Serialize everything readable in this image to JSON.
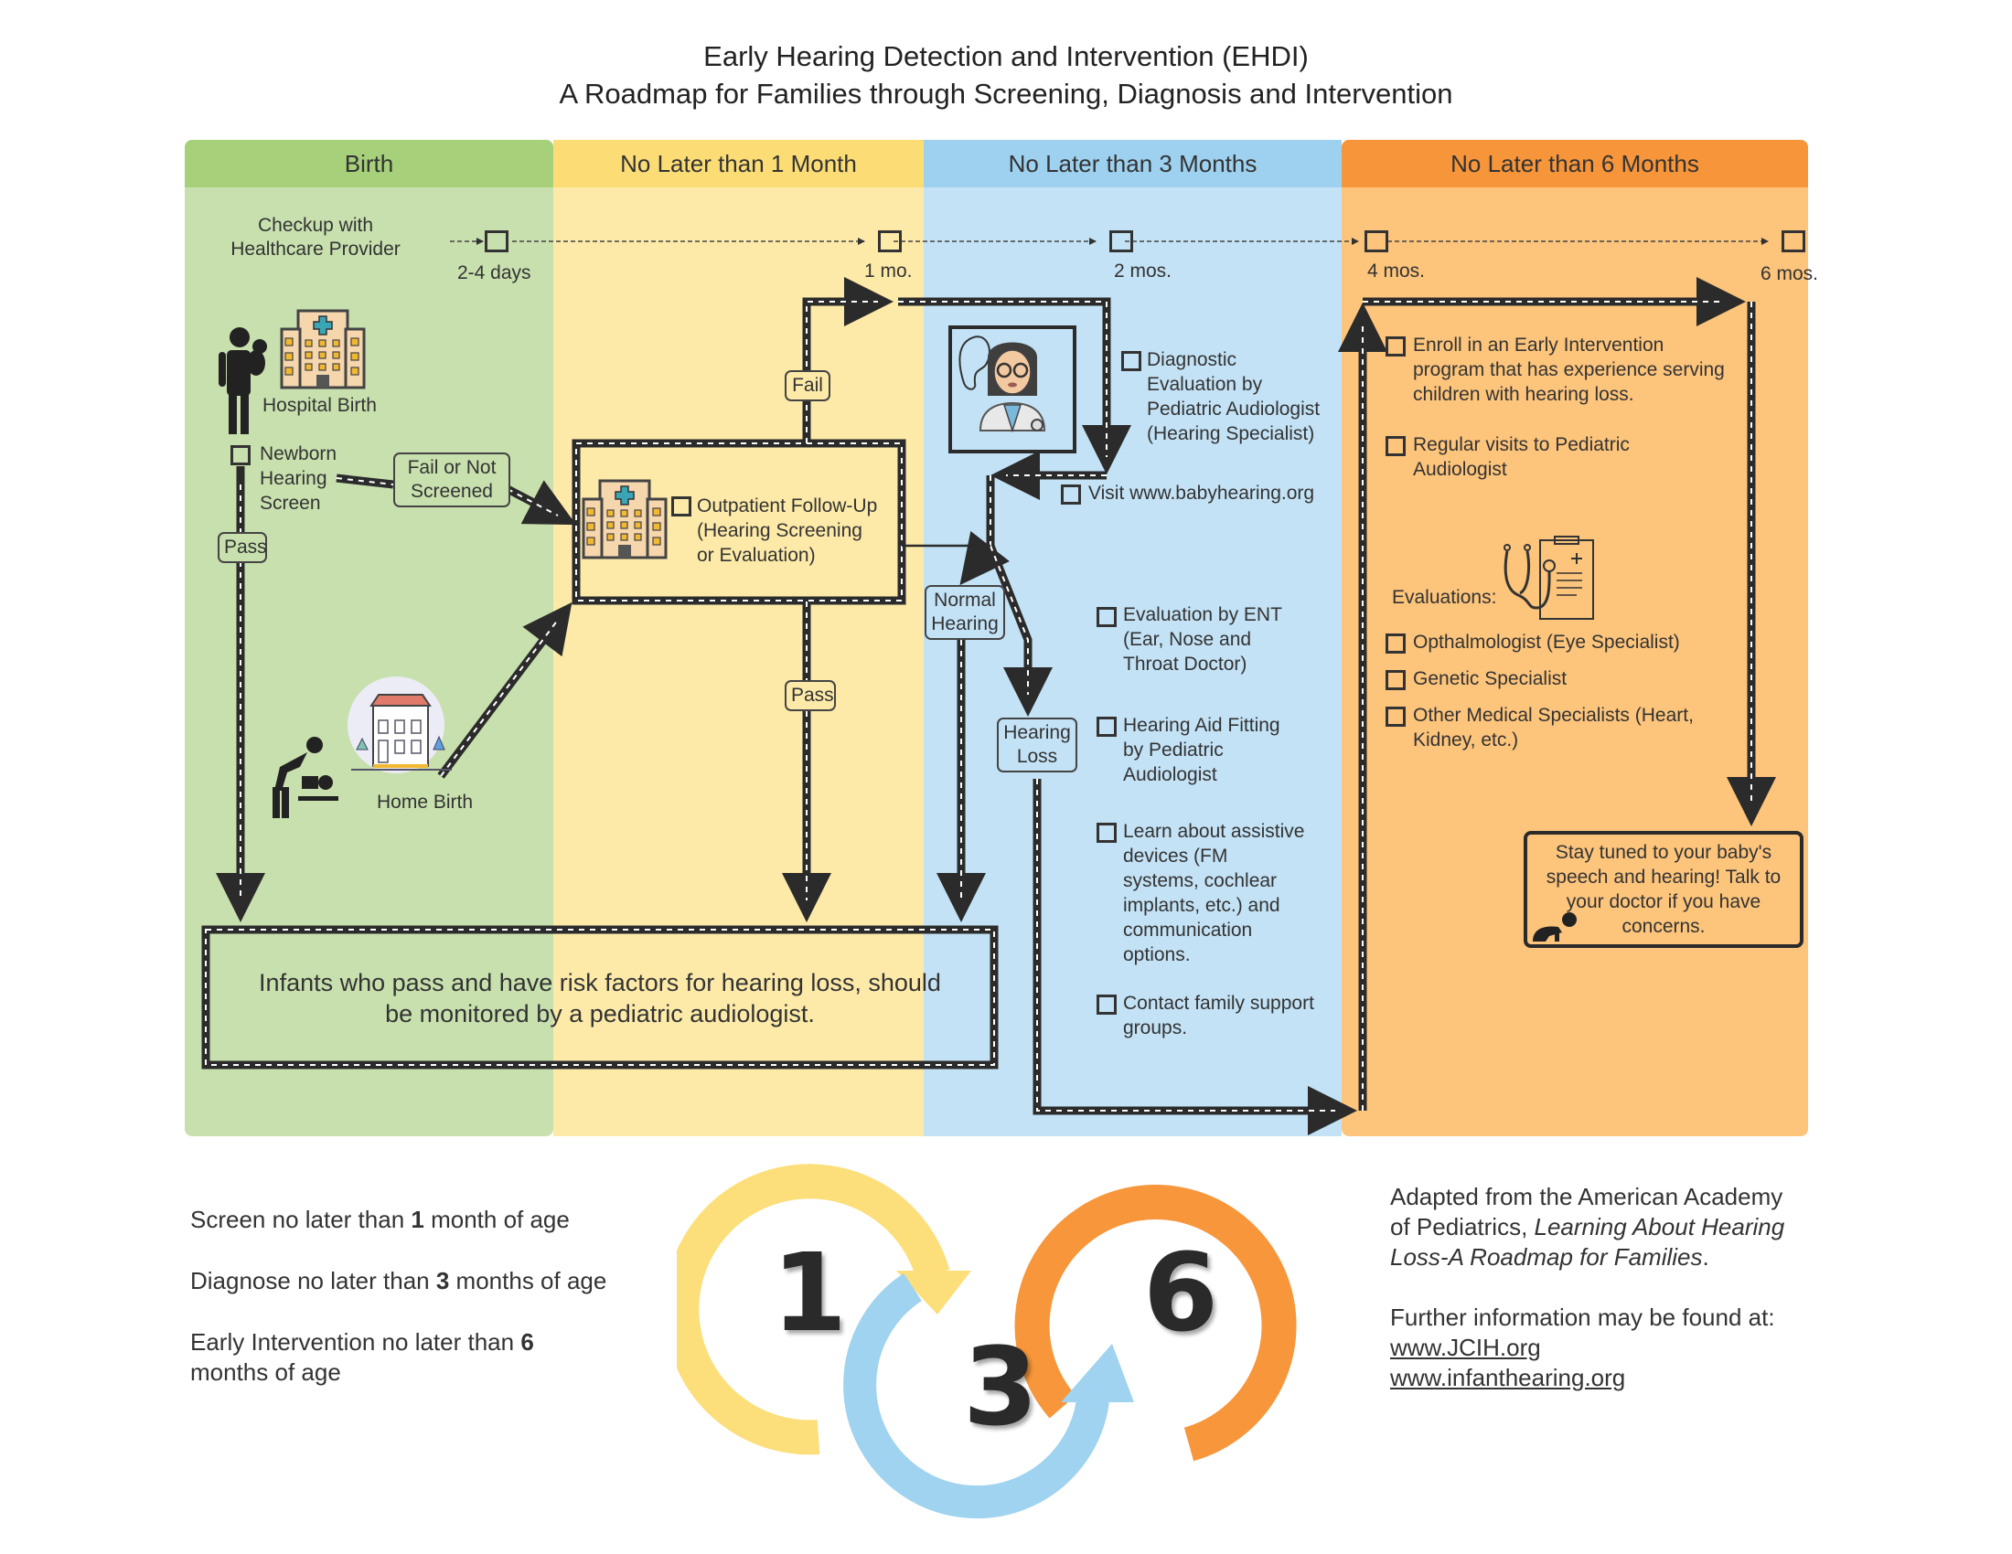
{
  "title": {
    "line1": "Early Hearing Detection and Intervention (EHDI)",
    "line2": "A Roadmap for Families through Screening, Diagnosis and Intervention"
  },
  "columns": [
    {
      "label": "Birth",
      "color": "#a6d07a"
    },
    {
      "label": "No Later than 1 Month",
      "color": "#fcdd75"
    },
    {
      "label": "No Later than 3 Months",
      "color": "#9ed1ef"
    },
    {
      "label": "No Later than 6 Months",
      "color": "#f7953a"
    }
  ],
  "timeline": {
    "start_label_line1": "Checkup with",
    "start_label_line2": "Healthcare Provider",
    "milestones": [
      "2-4 days",
      "1 mo.",
      "2 mos.",
      "4 mos.",
      "6 mos."
    ]
  },
  "birth": {
    "hospital_birth": "Hospital Birth",
    "home_birth": "Home Birth",
    "newborn_screen": {
      "line1": "Newborn",
      "line2": "Hearing",
      "line3": "Screen"
    },
    "pass_label": "Pass",
    "fail_label_line1": "Fail or Not",
    "fail_label_line2": "Screened"
  },
  "one_month": {
    "outpatient_line1": "Outpatient Follow-Up",
    "outpatient_line2": "(Hearing Screening",
    "outpatient_line3": "or Evaluation)",
    "fail_label": "Fail",
    "pass_label": "Pass"
  },
  "three_months": {
    "diagnostic": [
      "Diagnostic",
      "Evaluation by",
      "Pediatric Audiologist",
      "(Hearing Specialist)"
    ],
    "visit": "Visit www.babyhearing.org",
    "normal_hearing": [
      "Normal",
      "Hearing"
    ],
    "hearing_loss": [
      "Hearing",
      "Loss"
    ],
    "checklist": [
      {
        "lines": [
          "Evaluation by ENT",
          "(Ear, Nose and",
          "Throat Doctor)"
        ]
      },
      {
        "lines": [
          "Hearing Aid Fitting",
          "by Pediatric",
          "Audiologist"
        ]
      },
      {
        "lines": [
          "Learn about assistive",
          "devices (FM",
          "systems, cochlear",
          "implants, etc.) and",
          "communication",
          "options."
        ]
      },
      {
        "lines": [
          "Contact family support",
          "groups."
        ]
      }
    ]
  },
  "six_months": {
    "enroll": [
      "Enroll in an Early Intervention",
      "program that has experience serving",
      "children with hearing loss."
    ],
    "regular": [
      "Regular visits to Pediatric",
      "Audiologist"
    ],
    "evaluations_label": "Evaluations:",
    "evaluations": [
      {
        "lines": [
          "Opthalmologist (Eye Specialist)"
        ]
      },
      {
        "lines": [
          "Genetic Specialist"
        ]
      },
      {
        "lines": [
          "Other Medical Specialists (Heart,",
          "Kidney, etc.)"
        ]
      }
    ],
    "stay_tuned": [
      "Stay tuned to your baby's",
      "speech and hearing! Talk to",
      "your doctor if you have",
      "concerns."
    ]
  },
  "monitor_box": {
    "line1": "Infants who pass and have risk factors for hearing loss, should",
    "line2": "be monitored by a pediatric audiologist."
  },
  "goals": [
    {
      "pre": "Screen no later than ",
      "num": "1",
      "post": " month of age"
    },
    {
      "pre": "Diagnose no later than ",
      "num": "3",
      "post": " months of age"
    },
    {
      "pre": "Early Intervention no later than ",
      "num": "6",
      "post2": "months of age"
    }
  ],
  "logo_numbers": [
    "1",
    "3",
    "6"
  ],
  "credits": {
    "line1": "Adapted from the American Academy",
    "line2_plain": "of Pediatrics, ",
    "line2_italic": "Learning About Hearing",
    "line3_italic": "Loss-A Roadmap for Families",
    "line3_end": ".",
    "further": "Further information may be found at:",
    "links": [
      "www.JCIH.org",
      "www.infanthearing.org"
    ]
  }
}
